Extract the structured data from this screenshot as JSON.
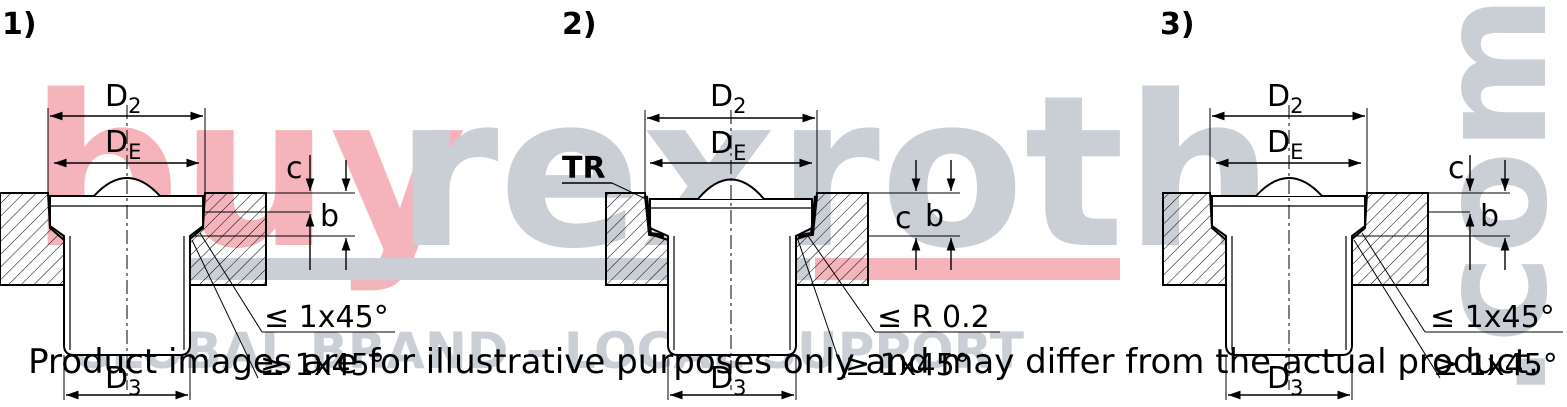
{
  "watermark": {
    "brand_part1": "buy",
    "brand_part2": "rexroth",
    "brand_part3": ".com",
    "tagline": "GLOBAL BRAND - LOCAL SUPPORT",
    "color_red": "#e0142a",
    "color_gray": "#5a6a7e"
  },
  "disclaimer": "Product images are for illustrative purposes only and may differ from the actual product.",
  "figures": [
    {
      "number": "1)",
      "labels": {
        "d2": "D",
        "d2_sub": "2",
        "de": "D",
        "de_sub": "E",
        "d3": "D",
        "d3_sub": "3",
        "c": "c",
        "b": "b"
      },
      "chamfer_top": "≤ 1x45°",
      "chamfer_bottom": "≥ 1x45°"
    },
    {
      "number": "2)",
      "labels": {
        "d2": "D",
        "d2_sub": "2",
        "de": "D",
        "de_sub": "E",
        "d3": "D",
        "d3_sub": "3",
        "c": "c",
        "b": "b"
      },
      "tr_label": "TR",
      "radius_note": "≤ R 0.2",
      "chamfer_bottom": "≥ 1x45°"
    },
    {
      "number": "3)",
      "labels": {
        "d2": "D",
        "d2_sub": "2",
        "de": "D",
        "de_sub": "E",
        "d3": "D",
        "d3_sub": "3",
        "c": "c",
        "b": "b"
      },
      "chamfer_top": "≤ 1x45°",
      "chamfer_bottom": "≥ 1x45°"
    }
  ]
}
